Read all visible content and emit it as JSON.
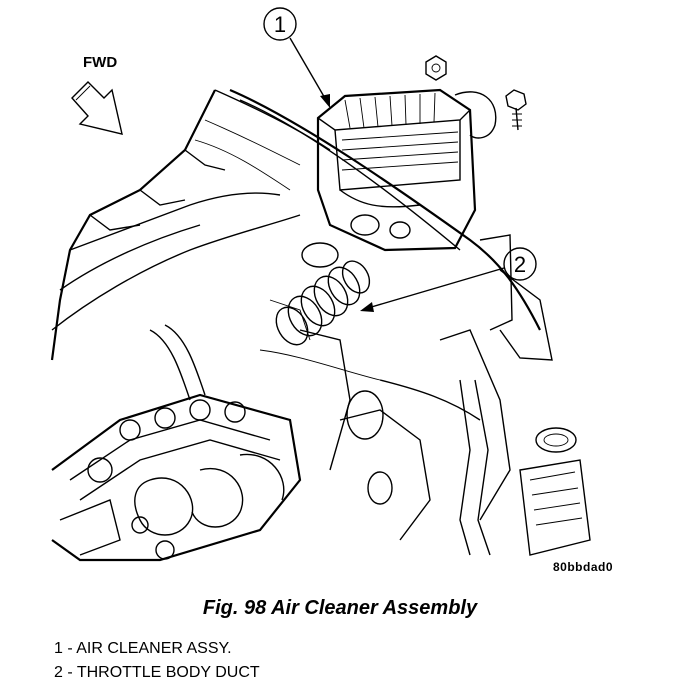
{
  "diagram": {
    "direction_label": "FWD",
    "callouts": [
      {
        "number": "1"
      },
      {
        "number": "2"
      }
    ],
    "figure_code": "80bbdad0",
    "caption": "Fig. 98 Air Cleaner Assembly",
    "legend": [
      {
        "text": "1 - AIR CLEANER ASSY."
      },
      {
        "text": "2 - THROTTLE BODY DUCT"
      }
    ]
  }
}
